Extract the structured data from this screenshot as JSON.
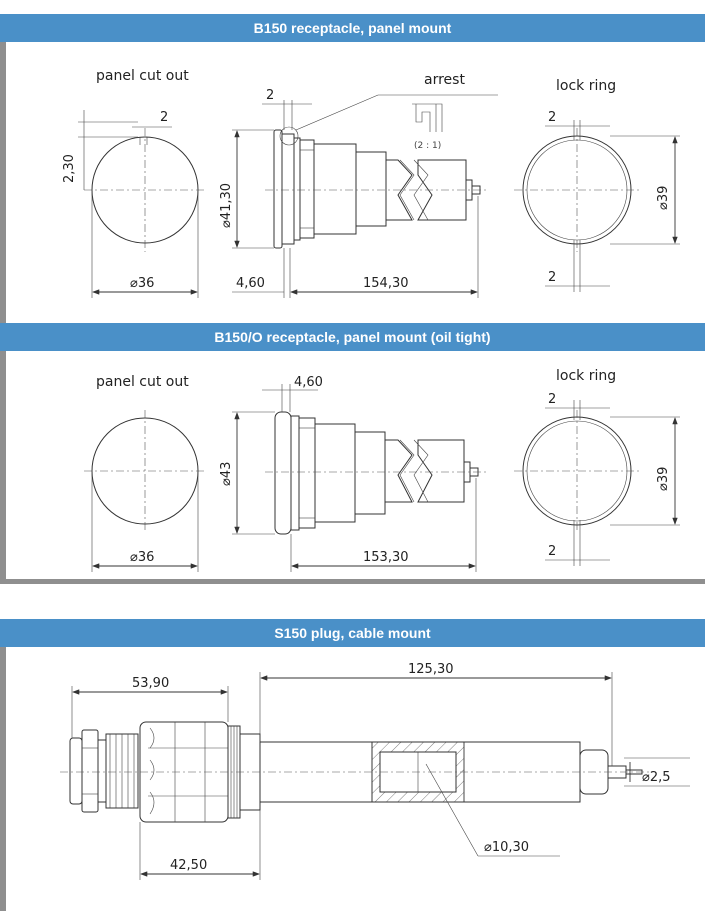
{
  "sections": [
    {
      "title": "B150 receptacle, panel mount",
      "labels": {
        "panel_cut_out": "panel cut out",
        "arrest": "arrest",
        "lock_ring": "lock ring",
        "scale": "(2 : 1)"
      },
      "dims": {
        "gap_top": "2",
        "height_offset": "2,30",
        "cutout_dia": "⌀36",
        "groove": "2",
        "body_dia": "⌀41,30",
        "flange": "4,60",
        "length": "154,30",
        "ring_top": "2",
        "ring_dia": "⌀39",
        "ring_bottom": "2"
      }
    },
    {
      "title": "B150/O receptacle, panel mount (oil tight)",
      "labels": {
        "panel_cut_out": "panel cut out",
        "lock_ring": "lock ring"
      },
      "dims": {
        "flange": "4,60",
        "body_dia": "⌀43",
        "cutout_dia": "⌀36",
        "length": "153,30",
        "ring_top": "2",
        "ring_dia": "⌀39",
        "ring_bottom": "2"
      }
    },
    {
      "title": "S150 plug, cable mount",
      "dims": {
        "gland": "53,90",
        "overall": "125,30",
        "pin_dia": "⌀2,5",
        "tube_dia": "⌀10,30",
        "nut": "42,50"
      }
    }
  ],
  "colors": {
    "band": "#4a90c8",
    "frame": "#8f8f8f",
    "line": "#333333"
  }
}
